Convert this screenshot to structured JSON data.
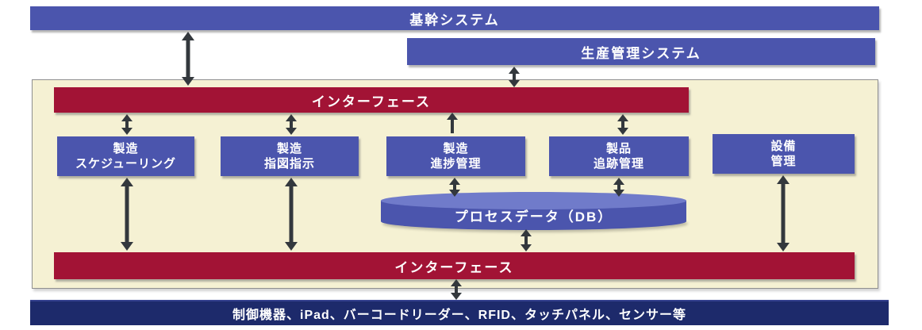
{
  "colors": {
    "blue": "#4b55ad",
    "blue_light": "#707bca",
    "red": "#a21335",
    "navy": "#1d2a6b",
    "panel_bg": "#f5f1d3",
    "arrow": "#33383d"
  },
  "nodes": {
    "core_system": "基幹システム",
    "production_management": "生産管理システム",
    "interface_top": "インターフェース",
    "interface_bottom": "インターフェース",
    "boxes": [
      {
        "line1": "製造",
        "line2": "スケジューリング"
      },
      {
        "line1": "製造",
        "line2": "指図指示"
      },
      {
        "line1": "製造",
        "line2": "進捗管理"
      },
      {
        "line1": "製品",
        "line2": "追跡管理"
      },
      {
        "line1": "設備",
        "line2": "管理"
      }
    ],
    "process_db": "プロセスデータ（DB）",
    "devices": "制御機器、iPad、バーコードリーダー、RFID、タッチパネル、センサー等"
  }
}
